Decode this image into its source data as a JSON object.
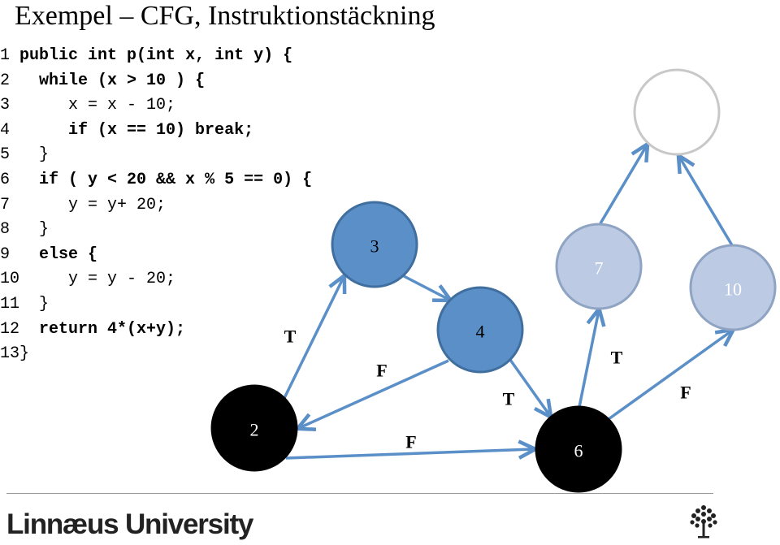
{
  "title": "Exempel – CFG, Instruktionstäckning",
  "code_lines": [
    {
      "num": "1",
      "indent": " ",
      "text": "public int p(int x, int y) {",
      "bold": true
    },
    {
      "num": "2",
      "indent": "   ",
      "text": "while (x > 10 ) {",
      "bold": true
    },
    {
      "num": "3",
      "indent": "      ",
      "text": "x = x - 10;",
      "bold": false
    },
    {
      "num": "4",
      "indent": "      ",
      "text": "if (x == 10) break;",
      "bold": true
    },
    {
      "num": "5",
      "indent": "   ",
      "text": "}",
      "bold": false
    },
    {
      "num": "6",
      "indent": "   ",
      "text": "if ( y < 20 && x % 5 == 0) {",
      "bold": true
    },
    {
      "num": "7",
      "indent": "      ",
      "text": "y = y+ 20;",
      "bold": false
    },
    {
      "num": "8",
      "indent": "   ",
      "text": "}",
      "bold": false
    },
    {
      "num": "9",
      "indent": "   ",
      "text": "else {",
      "bold": true
    },
    {
      "num": "10",
      "indent": "     ",
      "text": "y = y - 20;",
      "bold": false
    },
    {
      "num": "11",
      "indent": "  ",
      "text": "}",
      "bold": false
    },
    {
      "num": "12",
      "indent": "  ",
      "text": "return 4*(x+y);",
      "bold": true
    },
    {
      "num": "13",
      "indent": "",
      "text": "}",
      "bold": false
    }
  ],
  "nodes": [
    {
      "id": "2",
      "label": "2",
      "style": "black"
    },
    {
      "id": "3",
      "label": "3",
      "style": "blue"
    },
    {
      "id": "4",
      "label": "4",
      "style": "blue"
    },
    {
      "id": "6",
      "label": "6",
      "style": "black"
    },
    {
      "id": "7",
      "label": "7",
      "style": "light"
    },
    {
      "id": "10",
      "label": "10",
      "style": "light"
    },
    {
      "id": "end",
      "label": "",
      "style": "white"
    }
  ],
  "edges": [
    {
      "from": "2",
      "to": "3",
      "label": "T"
    },
    {
      "from": "3",
      "to": "4",
      "label": ""
    },
    {
      "from": "4",
      "to": "2",
      "label": "F"
    },
    {
      "from": "4",
      "to": "6",
      "label": "T"
    },
    {
      "from": "2",
      "to": "6",
      "label": "F"
    },
    {
      "from": "6",
      "to": "7",
      "label": "T"
    },
    {
      "from": "6",
      "to": "10",
      "label": "F"
    },
    {
      "from": "7",
      "to": "end",
      "label": ""
    },
    {
      "from": "10",
      "to": "end",
      "label": ""
    }
  ],
  "colors": {
    "black_node": "#000000",
    "blue_node": "#5b8fc8",
    "blue_stroke": "#3f6e9f",
    "light_node": "#bccbe3",
    "light_stroke": "#8fa3c2",
    "white_stroke": "#c8c8c8",
    "edge": "#5b8fc8",
    "footer_line": "#9a9a9a"
  },
  "footer": {
    "university": "Linnæus University",
    "logo_icon": "tree-icon"
  }
}
